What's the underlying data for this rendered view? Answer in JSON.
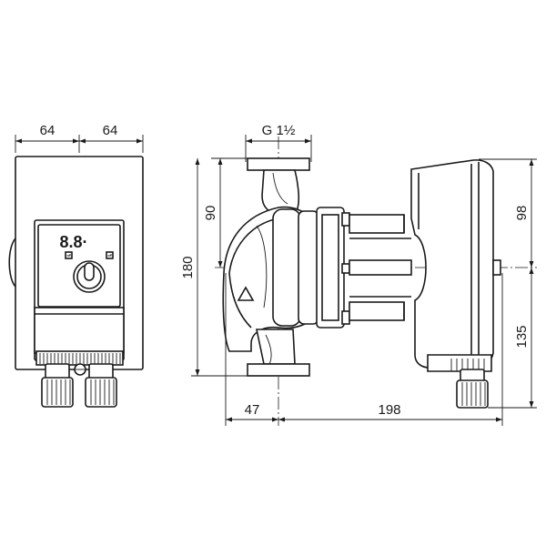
{
  "dimensions": {
    "front_half_left": "64",
    "front_half_right": "64",
    "port_thread": "G 1½",
    "axis_to_top_flange": "90",
    "total_height": "180",
    "top_to_motor_axis": "98",
    "axis_to_bottom": "135",
    "flange_to_axis": "47",
    "axis_to_motor_end": "198"
  },
  "display": {
    "digits": "8.8·"
  },
  "colors": {
    "line": "#1a1a1a",
    "background": "#ffffff",
    "shade": "#e9e9e9"
  }
}
